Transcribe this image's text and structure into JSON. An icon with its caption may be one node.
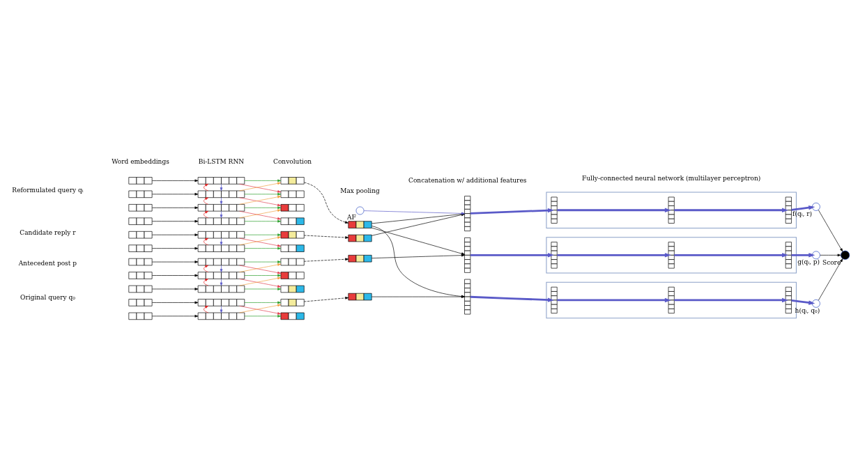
{
  "diagram": {
    "nodes": [
      {
        "text": [],
        "shape": "box"
      },
      {
        "text": [],
        "shape": "box"
      },
      {
        "text": [],
        "shape": "box"
      },
      {
        "text": [],
        "shape": "box"
      },
      {
        "text": [],
        "shape": "box"
      },
      {
        "text": [],
        "shape": "box"
      },
      {
        "text": [],
        "shape": "box"
      },
      {
        "text": [],
        "shape": "box"
      },
      {
        "text": [],
        "shape": "box"
      },
      {
        "text": [],
        "shape": "box"
      },
      {
        "text": [],
        "shape": "box"
      },
      {
        "text": [],
        "shape": "box"
      },
      {
        "text": [],
        "shape": "box"
      },
      {
        "text": [],
        "shape": "box"
      },
      {
        "text": [],
        "shape": "box"
      },
      {
        "text": [],
        "shape": "box"
      },
      {
        "text": [],
        "shape": "box"
      },
      {
        "text": [],
        "shape": "box"
      },
      {
        "text": [],
        "shape": "box"
      },
      {
        "text": [],
        "shape": "box"
      },
      {
        "text": [],
        "shape": "box"
      },
      {
        "text": [],
        "shape": "box"
      },
      {
        "text": [],
        "shape": "box"
      },
      {
        "text": [],
        "shape": "box"
      },
      {
        "text": [],
        "shape": "box"
      },
      {
        "text": [],
        "shape": "box"
      },
      {
        "text": [],
        "shape": "box"
      },
      {
        "text": [],
        "shape": "box"
      },
      {
        "text": [],
        "shape": "box"
      },
      {
        "text": [],
        "shape": "box"
      },
      {
        "text": [],
        "shape": "box"
      },
      {
        "text": [],
        "shape": "box"
      },
      {
        "text": [],
        "shape": "box"
      },
      {
        "text": [],
        "shape": "box"
      },
      {
        "text": [],
        "shape": "box"
      },
      {
        "text": [],
        "shape": "box"
      },
      {
        "text": [],
        "shape": "box"
      },
      {
        "text": [],
        "shape": "circle",
        "beside": [
          "AF"
        ]
      },
      {
        "text": [],
        "shape": "box"
      },
      {
        "text": [],
        "shape": "box"
      },
      {
        "text": [],
        "shape": "box"
      },
      {
        "text": [],
        "shape": "box"
      },
      {
        "text": [],
        "shape": "box",
        "in": 41
      },
      {
        "text": [],
        "shape": "box",
        "in": 41
      },
      {
        "text": [],
        "shape": "box",
        "in": 41
      },
      {
        "text": [],
        "shape": "box"
      },
      {
        "text": [],
        "shape": "box",
        "in": 45
      },
      {
        "text": [],
        "shape": "box",
        "in": 45
      },
      {
        "text": [],
        "shape": "box",
        "in": 45
      },
      {
        "text": [],
        "shape": "box"
      },
      {
        "text": [],
        "shape": "box",
        "in": 49
      },
      {
        "text": [],
        "shape": "box",
        "in": 49
      },
      {
        "text": [],
        "shape": "box",
        "in": 49
      },
      {
        "text": [],
        "shape": "circle",
        "beside": [
          "f(qᵢ, r)"
        ]
      },
      {
        "text": [],
        "shape": "circle",
        "beside": [
          "g(qᵢ, p)"
        ]
      },
      {
        "text": [],
        "shape": "circle",
        "beside": [
          "h(qᵢ, q₀)"
        ]
      },
      {
        "text": [],
        "shape": "circle",
        "beside": [
          "Score"
        ]
      }
    ],
    "edges": [
      {
        "from": 0,
        "to": 11,
        "arrow": "to"
      },
      {
        "from": 1,
        "to": 12,
        "arrow": "to"
      },
      {
        "from": 2,
        "to": 13,
        "arrow": "to"
      },
      {
        "from": 3,
        "to": 14,
        "arrow": "to"
      },
      {
        "from": 4,
        "to": 15,
        "arrow": "to"
      },
      {
        "from": 5,
        "to": 16,
        "arrow": "to"
      },
      {
        "from": 6,
        "to": 17,
        "arrow": "to"
      },
      {
        "from": 7,
        "to": 18,
        "arrow": "to"
      },
      {
        "from": 8,
        "to": 19,
        "arrow": "to"
      },
      {
        "from": 9,
        "to": 20,
        "arrow": "to"
      },
      {
        "from": 10,
        "to": 21,
        "arrow": "to"
      },
      {
        "from": 11,
        "to": 12,
        "arrow": "to",
        "color": "#5a5ac8"
      },
      {
        "from": 12,
        "to": 11,
        "arrow": "to",
        "color": "#e02020"
      },
      {
        "from": 12,
        "to": 13,
        "arrow": "to",
        "color": "#5a5ac8"
      },
      {
        "from": 13,
        "to": 12,
        "arrow": "to",
        "color": "#e02020"
      },
      {
        "from": 13,
        "to": 14,
        "arrow": "to",
        "color": "#5a5ac8"
      },
      {
        "from": 14,
        "to": 13,
        "arrow": "to",
        "color": "#e02020"
      },
      {
        "from": 15,
        "to": 16,
        "arrow": "to",
        "color": "#5a5ac8"
      },
      {
        "from": 16,
        "to": 15,
        "arrow": "to",
        "color": "#e02020"
      },
      {
        "from": 17,
        "to": 18,
        "arrow": "to",
        "color": "#5a5ac8"
      },
      {
        "from": 18,
        "to": 17,
        "arrow": "to",
        "color": "#e02020"
      },
      {
        "from": 18,
        "to": 19,
        "arrow": "to",
        "color": "#5a5ac8"
      },
      {
        "from": 19,
        "to": 18,
        "arrow": "to",
        "color": "#e02020"
      },
      {
        "from": 20,
        "to": 21,
        "arrow": "to",
        "color": "#5a5ac8"
      },
      {
        "from": 21,
        "to": 20,
        "arrow": "to",
        "color": "#e02020"
      },
      {
        "from": 11,
        "to": 22,
        "arrow": "to",
        "color": "#2ca02c"
      },
      {
        "from": 12,
        "to": 23,
        "arrow": "to",
        "color": "#2ca02c"
      },
      {
        "from": 13,
        "to": 24,
        "arrow": "to",
        "color": "#2ca02c"
      },
      {
        "from": 14,
        "to": 25,
        "arrow": "to",
        "color": "#2ca02c"
      },
      {
        "from": 15,
        "to": 26,
        "arrow": "to",
        "color": "#2ca02c"
      },
      {
        "from": 16,
        "to": 27,
        "arrow": "to",
        "color": "#2ca02c"
      },
      {
        "from": 17,
        "to": 28,
        "arrow": "to",
        "color": "#2ca02c"
      },
      {
        "from": 18,
        "to": 29,
        "arrow": "to",
        "color": "#2ca02c"
      },
      {
        "from": 19,
        "to": 30,
        "arrow": "to",
        "color": "#2ca02c"
      },
      {
        "from": 20,
        "to": 31,
        "arrow": "to",
        "color": "#2ca02c"
      },
      {
        "from": 21,
        "to": 32,
        "arrow": "to",
        "color": "#2ca02c"
      },
      {
        "from": 11,
        "to": 23,
        "arrow": "to",
        "color": "#e04050"
      },
      {
        "from": 12,
        "to": 24,
        "arrow": "to",
        "color": "#e04050"
      },
      {
        "from": 13,
        "to": 25,
        "arrow": "to",
        "color": "#e04050"
      },
      {
        "from": 15,
        "to": 27,
        "arrow": "to",
        "color": "#e04050"
      },
      {
        "from": 17,
        "to": 29,
        "arrow": "to",
        "color": "#e04050"
      },
      {
        "from": 18,
        "to": 30,
        "arrow": "to",
        "color": "#e04050"
      },
      {
        "from": 20,
        "to": 32,
        "arrow": "to",
        "color": "#e04050"
      },
      {
        "from": 12,
        "to": 22,
        "arrow": "to",
        "color": "#f0a040"
      },
      {
        "from": 13,
        "to": 23,
        "arrow": "to",
        "color": "#f0a040"
      },
      {
        "from": 14,
        "to": 24,
        "arrow": "to",
        "color": "#f0a040"
      },
      {
        "from": 16,
        "to": 26,
        "arrow": "to",
        "color": "#f0a040"
      },
      {
        "from": 18,
        "to": 28,
        "arrow": "to",
        "color": "#f0a040"
      },
      {
        "from": 19,
        "to": 29,
        "arrow": "to",
        "color": "#f0a040"
      },
      {
        "from": 21,
        "to": 31,
        "arrow": "to",
        "color": "#f0a040"
      },
      {
        "from": 22,
        "to": 33,
        "arrow": "to",
        "style": "dashed"
      },
      {
        "from": 26,
        "to": 34,
        "arrow": "to",
        "style": "dashed"
      },
      {
        "from": 28,
        "to": 35,
        "arrow": "to",
        "style": "dashed"
      },
      {
        "from": 31,
        "to": 36,
        "arrow": "to",
        "style": "dashed"
      },
      {
        "from": 33,
        "to": 38,
        "arrow": "to"
      },
      {
        "from": 33,
        "to": 39,
        "arrow": "to"
      },
      {
        "from": 33,
        "to": 40,
        "arrow": "to"
      },
      {
        "from": 34,
        "to": 38,
        "arrow": "to"
      },
      {
        "from": 35,
        "to": 39,
        "arrow": "to"
      },
      {
        "from": 36,
        "to": 40,
        "arrow": "to"
      },
      {
        "from": 37,
        "to": 38,
        "arrow": "to",
        "color": "#5a5ac8"
      },
      {
        "from": 38,
        "to": 42,
        "arrow": "to",
        "color": "#5a5ac8",
        "style": "thick"
      },
      {
        "from": 42,
        "to": 43,
        "arrow": "to",
        "color": "#5a5ac8",
        "style": "thick"
      },
      {
        "from": 43,
        "to": 44,
        "arrow": "to",
        "color": "#5a5ac8",
        "style": "thick"
      },
      {
        "from": 44,
        "to": 53,
        "arrow": "to",
        "color": "#5a5ac8",
        "style": "thick"
      },
      {
        "from": 39,
        "to": 46,
        "arrow": "to",
        "color": "#5a5ac8",
        "style": "thick"
      },
      {
        "from": 46,
        "to": 47,
        "arrow": "to",
        "color": "#5a5ac8",
        "style": "thick"
      },
      {
        "from": 47,
        "to": 48,
        "arrow": "to",
        "color": "#5a5ac8",
        "style": "thick"
      },
      {
        "from": 48,
        "to": 54,
        "arrow": "to",
        "color": "#5a5ac8",
        "style": "thick"
      },
      {
        "from": 40,
        "to": 50,
        "arrow": "to",
        "color": "#5a5ac8",
        "style": "thick"
      },
      {
        "from": 50,
        "to": 51,
        "arrow": "to",
        "color": "#5a5ac8",
        "style": "thick"
      },
      {
        "from": 51,
        "to": 52,
        "arrow": "to",
        "color": "#5a5ac8",
        "style": "thick"
      },
      {
        "from": 52,
        "to": 55,
        "arrow": "to",
        "color": "#5a5ac8",
        "style": "thick"
      },
      {
        "from": 53,
        "to": 56,
        "arrow": "to"
      },
      {
        "from": 54,
        "to": 56,
        "arrow": "to"
      },
      {
        "from": 55,
        "to": 56,
        "arrow": "to"
      }
    ],
    "labels": [
      "Word embeddings",
      "Bi-LSTM RNN",
      "Convolution",
      "Max pooling",
      "Concatenation w/ additional features",
      "Fully-connected neural network (multilayer perceptron)",
      "Reformulated query qᵢ",
      "Candidate reply r",
      "Antecedent post p",
      "Original query q₀"
    ]
  }
}
